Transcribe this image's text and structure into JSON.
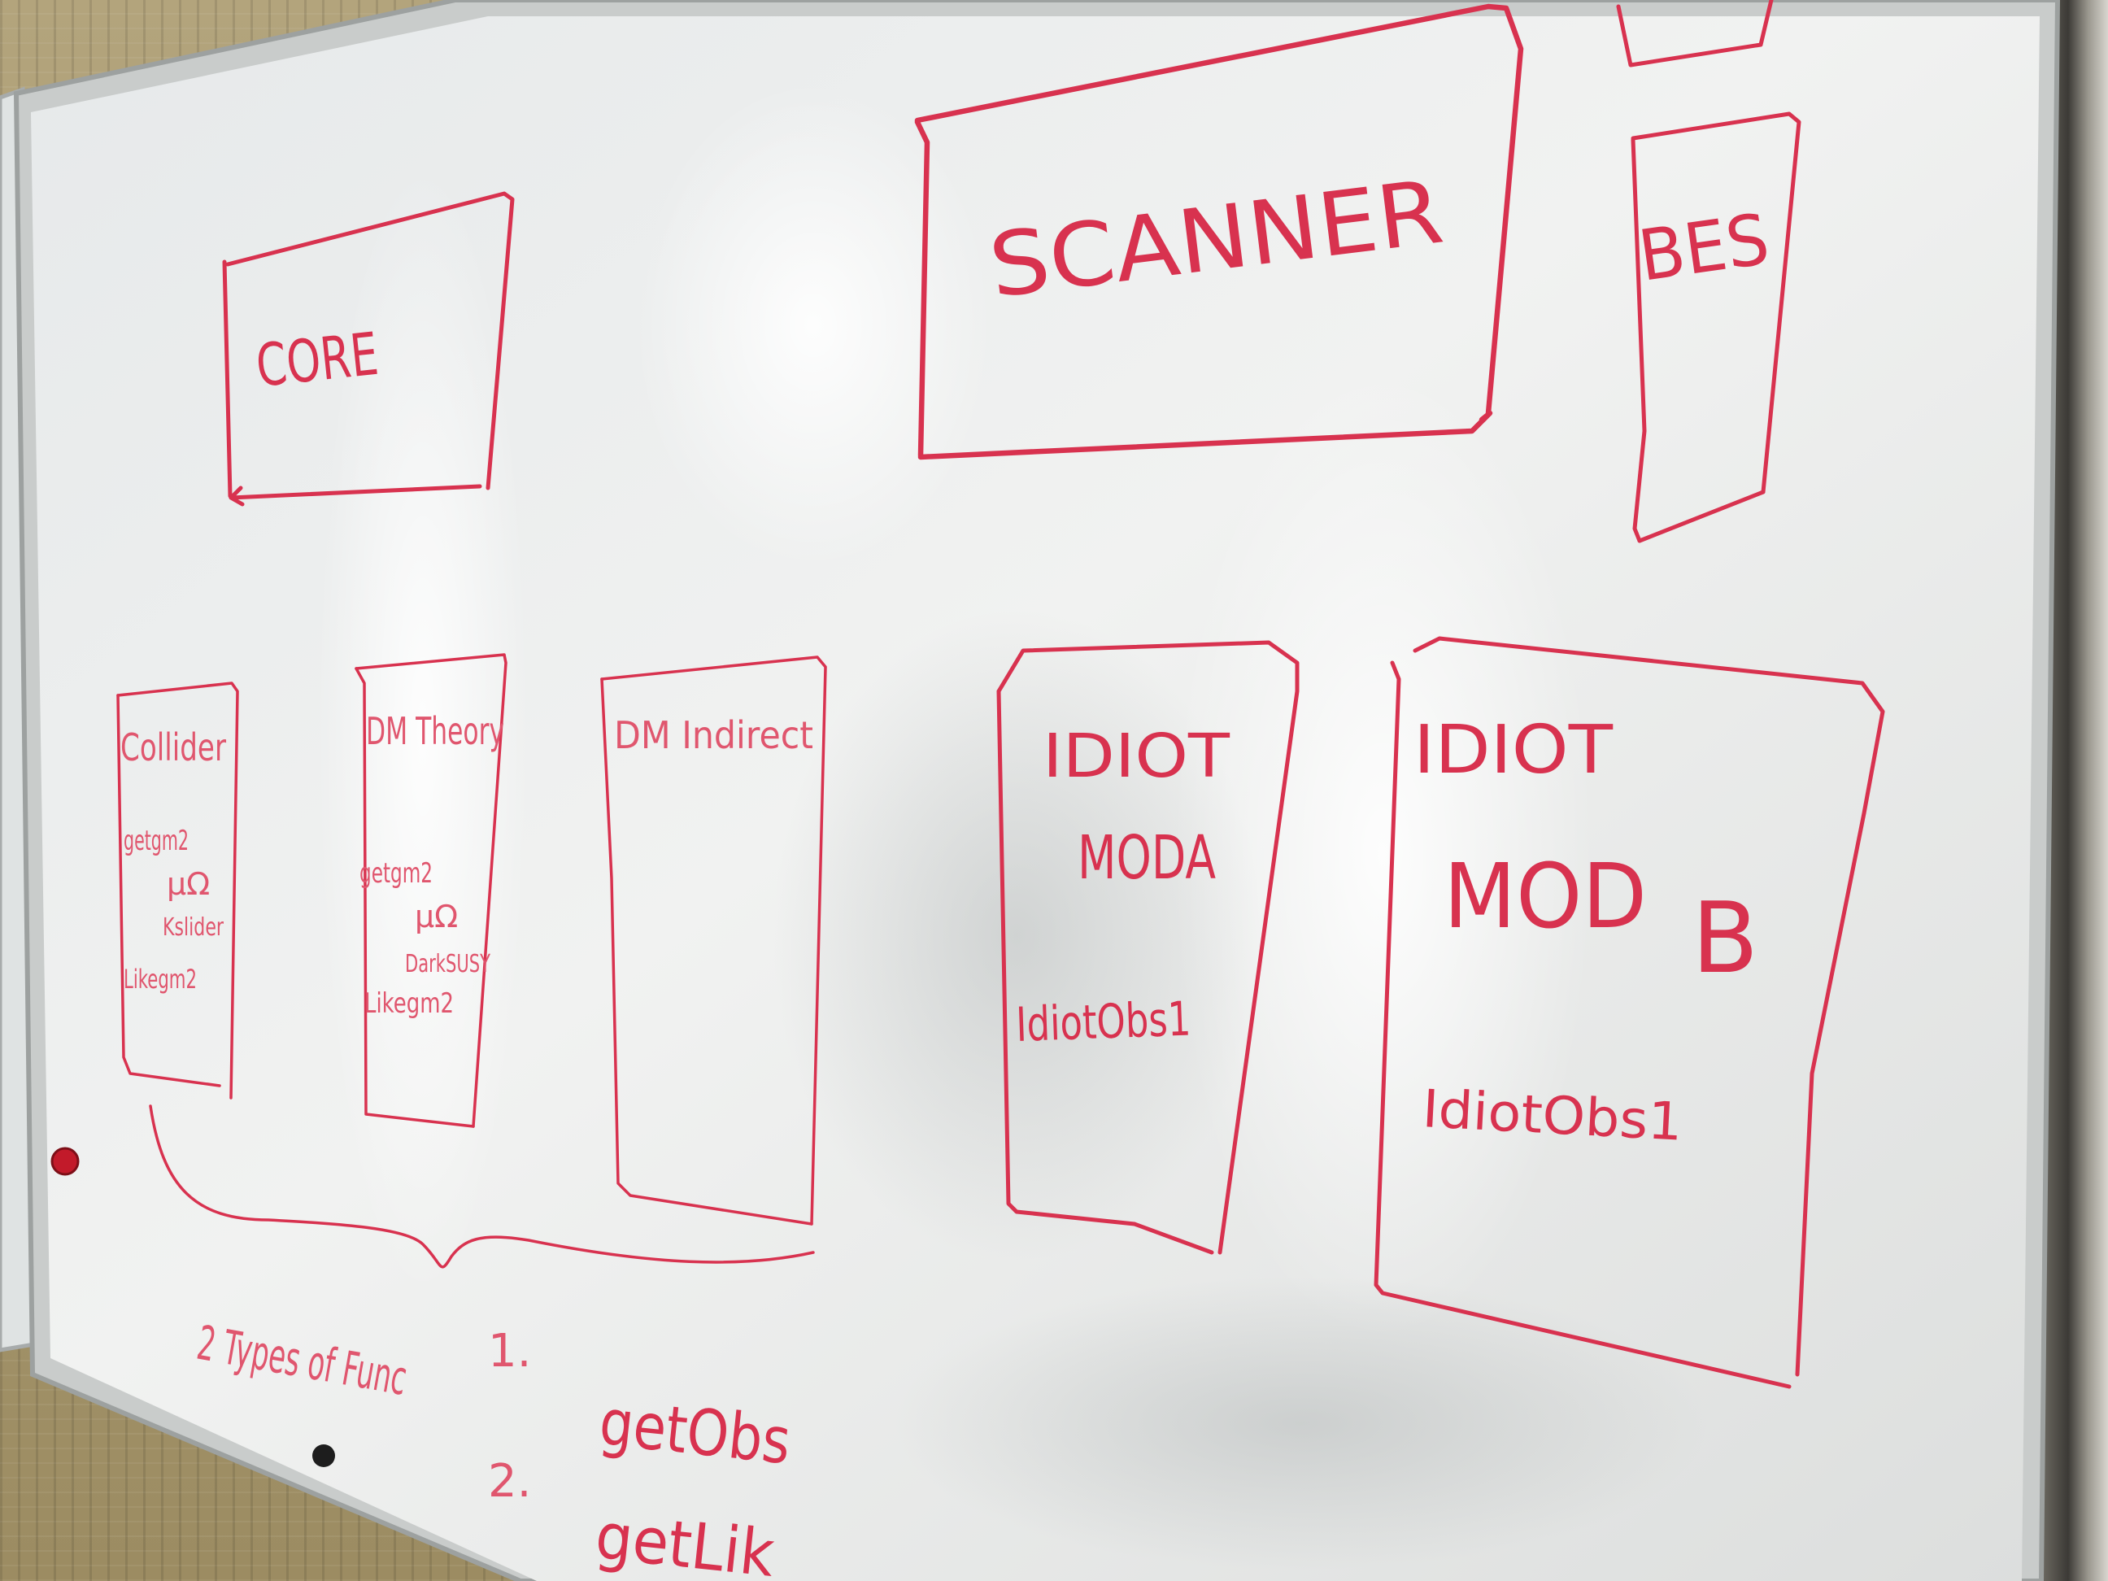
{
  "board": {
    "core_label": "CORE",
    "scanner_label": "SCANNER",
    "bes_label": "BES",
    "collider_box": {
      "title": "Collider",
      "lines": [
        "getgm2",
        "μΩ",
        "Kslider",
        "Likegm2"
      ]
    },
    "dm_theory_box": {
      "title": "DM Theory",
      "lines": [
        "getgm2",
        "μΩ",
        "DarkSUSY",
        "Likegm2"
      ]
    },
    "dm_indirect_box": {
      "title": "DM Indirect"
    },
    "idiot_mod_a_box": {
      "title_line1": "IDIOT",
      "title_line2": "MODA",
      "obs": "IdiotObs1"
    },
    "idiot_mod_b_box": {
      "title_line1": "IDIOT",
      "title_line2": "MOD",
      "title_suffix": "B",
      "obs": "IdiotObs1"
    },
    "footer": {
      "types_label": "2 Types of Func",
      "item1_num": "1.",
      "item1_text": "getObs",
      "item2_num": "2.",
      "item2_text": "getLik"
    }
  },
  "colors": {
    "marker_red": "#d8324f",
    "board_white": "#eceeee",
    "magnet_red": "#c21a2a"
  }
}
